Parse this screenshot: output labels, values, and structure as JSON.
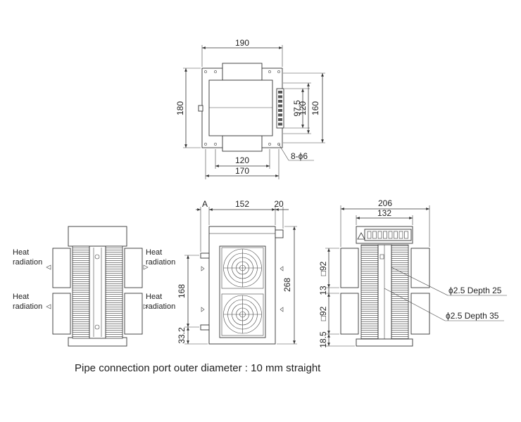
{
  "top_view": {
    "dim_width": "190",
    "dim_height": "180",
    "dim_97_5": "97.5",
    "dim_120_v": "120",
    "dim_160": "160",
    "dim_120_h": "120",
    "dim_170": "170",
    "hole_note": "8-ϕ6"
  },
  "side_view": {
    "heat_labels": [
      [
        "Heat",
        "radiation"
      ],
      [
        "Heat",
        "radiation"
      ],
      [
        "Heat",
        "radiation"
      ],
      [
        "Heat",
        "radiation"
      ]
    ]
  },
  "front_view": {
    "label_a": "A",
    "dim_152": "152",
    "dim_20": "20",
    "dim_168": "168",
    "dim_268": "268",
    "dim_33_2": "33.2"
  },
  "right_view": {
    "dim_206": "206",
    "dim_132": "132",
    "dim_92_top": "□92",
    "dim_13": "13",
    "dim_92_bottom": "□92",
    "dim_18_5": "18.5",
    "note_depth_25": "ϕ2.5  Depth 25",
    "note_depth_35": "ϕ2.5  Depth 35"
  },
  "caption": "Pipe connection port outer diameter : 10 mm straight"
}
